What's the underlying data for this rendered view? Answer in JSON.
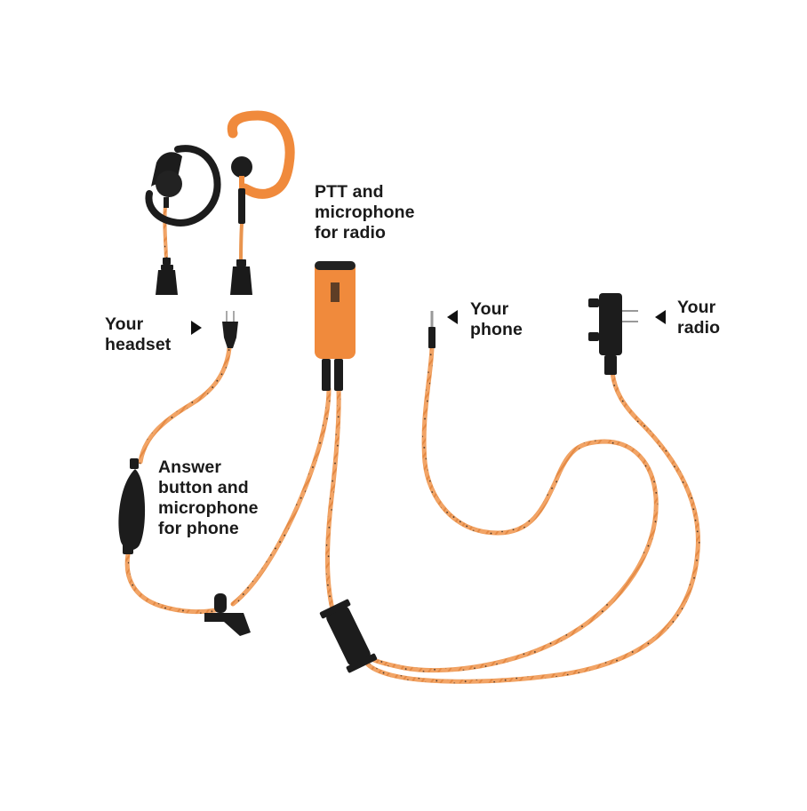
{
  "diagram": {
    "subject": "Two-way radio + phone earpiece cable kit",
    "colors": {
      "cable_orange": "#f0a060",
      "cable_dot": "#3a2a20",
      "body_black": "#1c1c1c",
      "accent_orange": "#f08a3c",
      "text": "#1a1a1a",
      "background": "#ffffff"
    },
    "labels": {
      "ptt": {
        "lines": [
          "PTT and",
          "microphone",
          "for radio"
        ]
      },
      "headset": {
        "lines": [
          "Your",
          "headset"
        ],
        "arrow": "right"
      },
      "phone": {
        "lines": [
          "Your",
          "phone"
        ],
        "arrow": "left"
      },
      "radio": {
        "lines": [
          "Your",
          "radio"
        ],
        "arrow": "left"
      },
      "answer": {
        "lines": [
          "Answer",
          "button and",
          "microphone",
          "for phone"
        ]
      }
    },
    "components": [
      "black-d-ring-earpiece",
      "orange-ear-hook-earpiece",
      "headset-2-pin-connector",
      "ptt-unit",
      "phone-3.5mm-jack",
      "radio-2-pin-connector",
      "inline-answer-button",
      "lapel-clip",
      "inline-splitter"
    ]
  }
}
